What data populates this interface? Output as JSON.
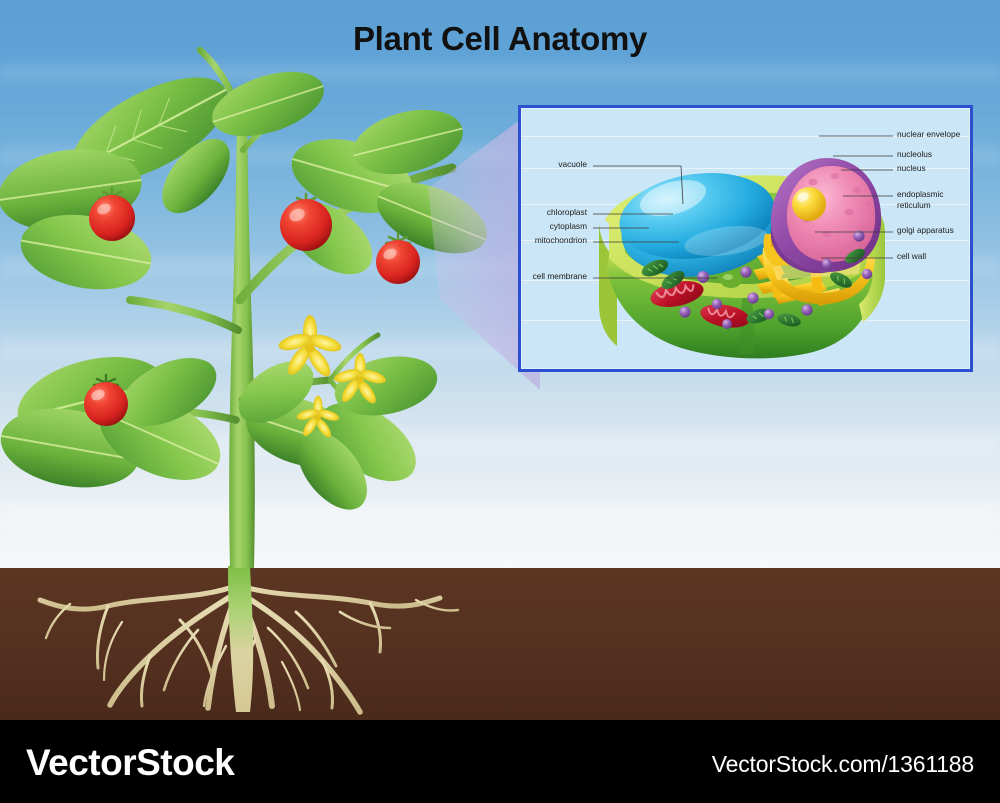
{
  "title": "Plant Cell Anatomy",
  "footer": {
    "brand": "VectorStock",
    "url": "VectorStock.com/1361188"
  },
  "colors": {
    "sky_top": "#5c9fd4",
    "sky_horizon": "#f6f8fa",
    "soil": "#5b3622",
    "panel_fill": "#cbe6f6",
    "panel_border": "#2c4fd0",
    "footer_bg": "#000000",
    "title_text": "#111111",
    "leaf_green": "#7cc24a",
    "stem_green": "#8ec95b",
    "tomato_red": "#e0302a",
    "flower_yellow": "#f2dd3c",
    "root_tan": "#ded0a0",
    "vacuole_blue": "#33b8e8",
    "nucleus_pink": "#ef86b0",
    "nuclear_envelope_purple": "#9a53a8",
    "nucleolus_yellow": "#f5cf28",
    "er_golgi_yellow": "#f6c21b",
    "mitochondrion_red": "#c0162a",
    "chloroplast_green": "#2f7a33",
    "cytoplasm_green": "#86c540",
    "cell_wall_green": "#c8e05a",
    "ribosome_purple": "#8a5fb0",
    "cone_lavender": "#bcb2e0"
  },
  "diagram": {
    "name": "plant-cell-diagram",
    "labels_left": [
      {
        "id": "vacuole",
        "text": "vacuole"
      },
      {
        "id": "chloroplast",
        "text": "chloroplast"
      },
      {
        "id": "cytoplasm",
        "text": "cytoplasm"
      },
      {
        "id": "mitochondrion",
        "text": "mitochondrion"
      },
      {
        "id": "cell-membrane",
        "text": "cell membrane"
      }
    ],
    "labels_right": [
      {
        "id": "nuclear-envelope",
        "text": "nuclear envelope"
      },
      {
        "id": "nucleolus",
        "text": "nucleolus"
      },
      {
        "id": "nucleus",
        "text": "nucleus"
      },
      {
        "id": "endoplasmic-reticulum",
        "text": "endoplasmic",
        "text2": "reticulum"
      },
      {
        "id": "golgi-apparatus",
        "text": "golgi apparatus"
      },
      {
        "id": "cell-wall",
        "text": "cell wall"
      }
    ]
  },
  "scene": {
    "plant_name": "tomato-plant",
    "parts": [
      "leaves",
      "stem",
      "tomatoes",
      "flowers",
      "roots",
      "soil",
      "sky"
    ]
  }
}
